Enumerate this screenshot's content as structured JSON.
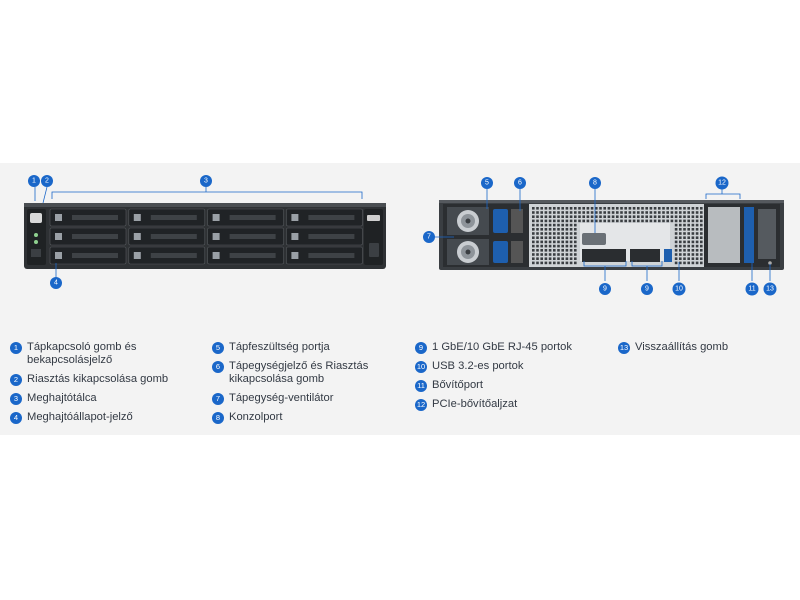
{
  "colors": {
    "accent": "#1a67c9",
    "panel_background": "#f3f3f3",
    "chassis": "#2e3134"
  },
  "callouts": {
    "front": {
      "power": "1",
      "alarm": "2",
      "trays": "3",
      "status": "4"
    },
    "rear": {
      "psu_ind": "5",
      "psu_power": "6",
      "fan": "7",
      "console": "8",
      "rj45": "9",
      "usb": "10",
      "expansion": "11",
      "pcie": "12",
      "reset": "13"
    }
  },
  "legend": {
    "columns": [
      [
        {
          "num": "1",
          "text": "Tápkapcsoló gomb és bekapcsolásjelző"
        },
        {
          "num": "2",
          "text": "Riasztás kikapcsolása gomb"
        },
        {
          "num": "3",
          "text": "Meghajtótálca"
        },
        {
          "num": "4",
          "text": "Meghajtóállapot-jelző"
        }
      ],
      [
        {
          "num": "5",
          "text": "Tápfeszültség portja"
        },
        {
          "num": "6",
          "text": "Tápegységjelző és Riasztás kikapcsolása gomb"
        },
        {
          "num": "7",
          "text": "Tápegység-ventilátor"
        },
        {
          "num": "8",
          "text": "Konzolport"
        }
      ],
      [
        {
          "num": "9",
          "text": "1 GbE/10 GbE RJ-45 portok"
        },
        {
          "num": "10",
          "text": "USB 3.2-es portok"
        },
        {
          "num": "11",
          "text": "Bővítőport"
        },
        {
          "num": "12",
          "text": "PCIe-bővítőaljzat"
        }
      ],
      [
        {
          "num": "13",
          "text": "Visszaállítás gomb"
        }
      ]
    ]
  }
}
